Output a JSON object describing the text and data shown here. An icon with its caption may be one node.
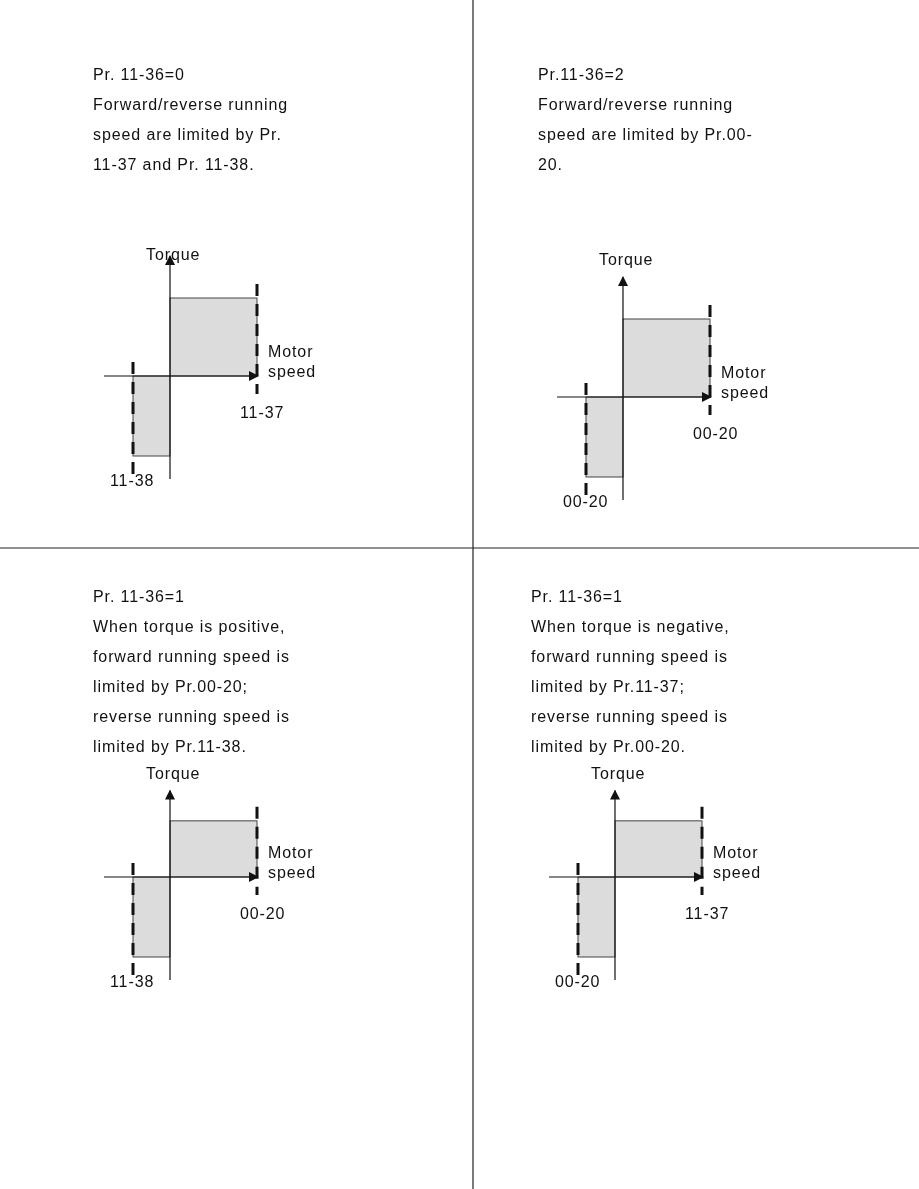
{
  "diagram": {
    "labels": [
      "Pr. 11-36=0",
      "Forward/reverse running speed are limited by Pr. 11-37 and Pr. 11-38.",
      "Torque",
      "Motor speed",
      "11-37",
      "11-38",
      "Pr.11-36=2",
      "Forward/reverse running speed are limited by Pr.00-20.",
      "Torque",
      "Motor speed",
      "00-20",
      "00-20",
      "Pr. 11-36=1",
      "When torque is positive, forward running speed is limited by Pr.00-20; reverse running speed is limited by Pr.11-38.",
      "Torque",
      "Motor speed",
      "00-20",
      "11-38",
      "Pr. 11-36=1",
      "When torque is negative, forward running speed is limited by Pr.11-37; reverse running speed is limited by Pr.00-20.",
      "Torque",
      "Motor speed",
      "11-37",
      "00-20"
    ]
  }
}
